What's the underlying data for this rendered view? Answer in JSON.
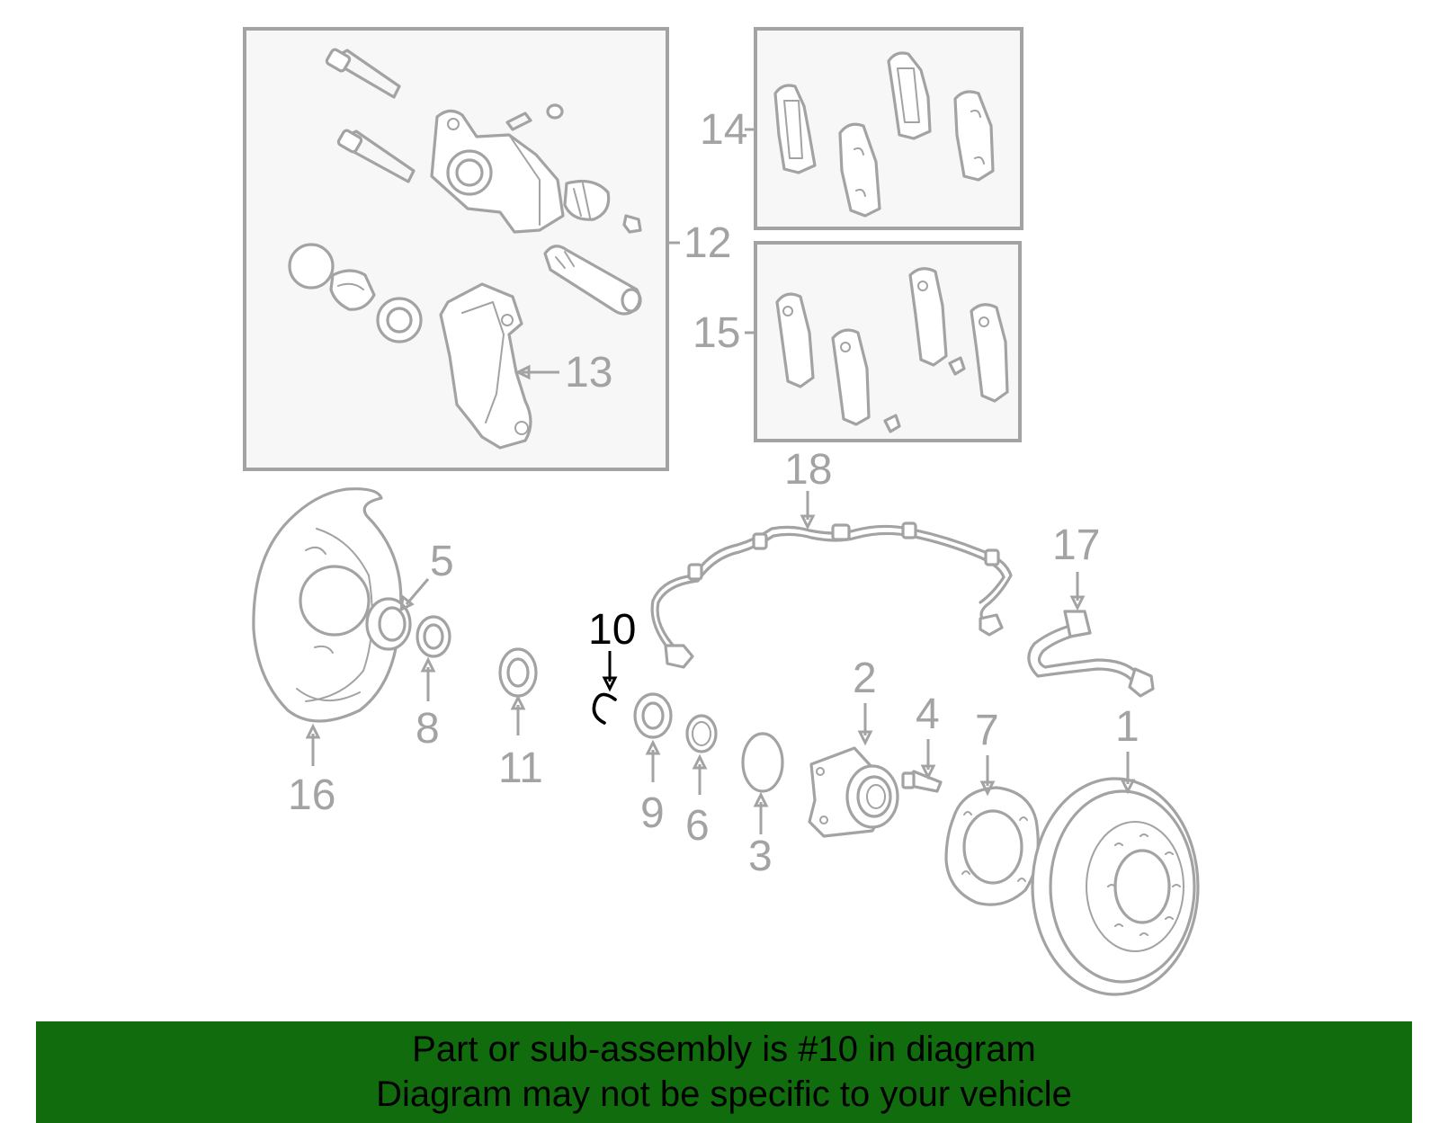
{
  "callouts": {
    "c1": "1",
    "c2": "2",
    "c3": "3",
    "c4": "4",
    "c5": "5",
    "c6": "6",
    "c7": "7",
    "c8": "8",
    "c9": "9",
    "c10": "10",
    "c11": "11",
    "c12": "12",
    "c13": "13",
    "c14": "14",
    "c15": "15",
    "c16": "16",
    "c17": "17",
    "c18": "18"
  },
  "highlighted_part": "10",
  "colors": {
    "line_art": "#a3a3a3",
    "highlight": "#000000",
    "inset_background": "#f7f7f7",
    "banner_background": "#116c0e",
    "banner_text": "#000000"
  },
  "banner": {
    "line1": "Part or sub-assembly is #10 in diagram",
    "line2": "Diagram may not be specific to your vehicle"
  }
}
